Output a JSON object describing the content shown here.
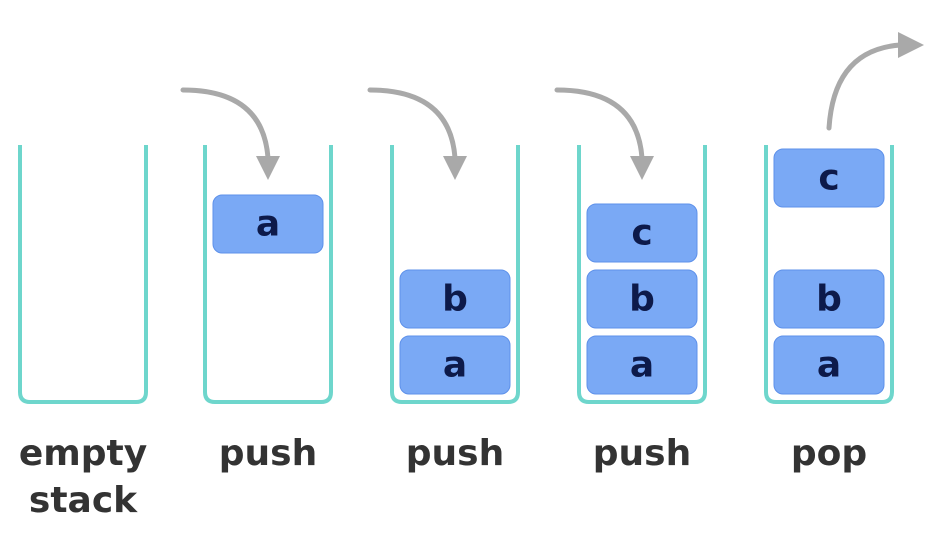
{
  "stacks": [
    {
      "caption": [
        "empty",
        "stack"
      ],
      "blocks": [],
      "operation": "none"
    },
    {
      "caption": [
        "push"
      ],
      "blocks": [
        "a"
      ],
      "operation": "push"
    },
    {
      "caption": [
        "push"
      ],
      "blocks": [
        "a",
        "b"
      ],
      "operation": "push"
    },
    {
      "caption": [
        "push"
      ],
      "blocks": [
        "a",
        "b",
        "c"
      ],
      "operation": "push"
    },
    {
      "caption": [
        "pop"
      ],
      "blocks": [
        "a",
        "b"
      ],
      "popped": "c",
      "operation": "pop"
    }
  ],
  "colors": {
    "container": "#6ed6cc",
    "block_fill": "#7aa9f5",
    "block_text": "#0d1a4a",
    "arrow": "#a9a9a9",
    "caption": "#333333"
  },
  "icons": {
    "push_arrow": "curved-down-arrow-icon",
    "pop_arrow": "curved-up-arrow-icon"
  }
}
